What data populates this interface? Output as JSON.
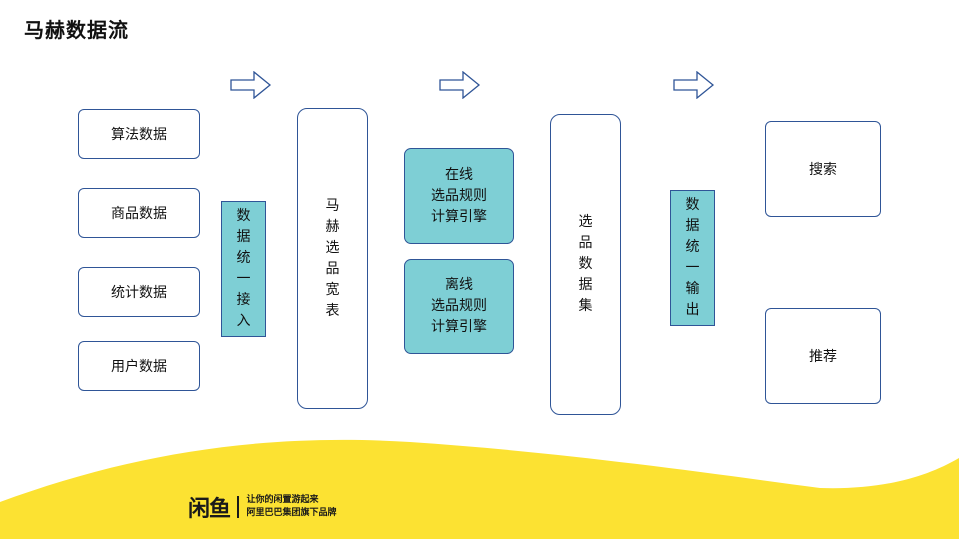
{
  "title": "马赫数据流",
  "sources": [
    "算法数据",
    "商品数据",
    "统计数据",
    "用户数据"
  ],
  "ingest_bar": "数据统一接入",
  "wide_table": "马赫选品宽表",
  "engines": [
    "在线\n选品规则\n计算引擎",
    "离线\n选品规则\n计算引擎"
  ],
  "dataset": "选品数据集",
  "output_bar": "数据统一输出",
  "targets": [
    "搜索",
    "推荐"
  ],
  "brand": {
    "logo": "闲鱼",
    "tagline_1": "让你的闲置游起来",
    "tagline_2": "阿里巴巴集团旗下品牌"
  },
  "colors": {
    "box_border": "#2f5597",
    "teal_fill": "#7ecfd5",
    "wave_yellow": "#fce232"
  },
  "icons": [
    "right-arrow-icon",
    "right-arrow-icon",
    "right-arrow-icon"
  ]
}
